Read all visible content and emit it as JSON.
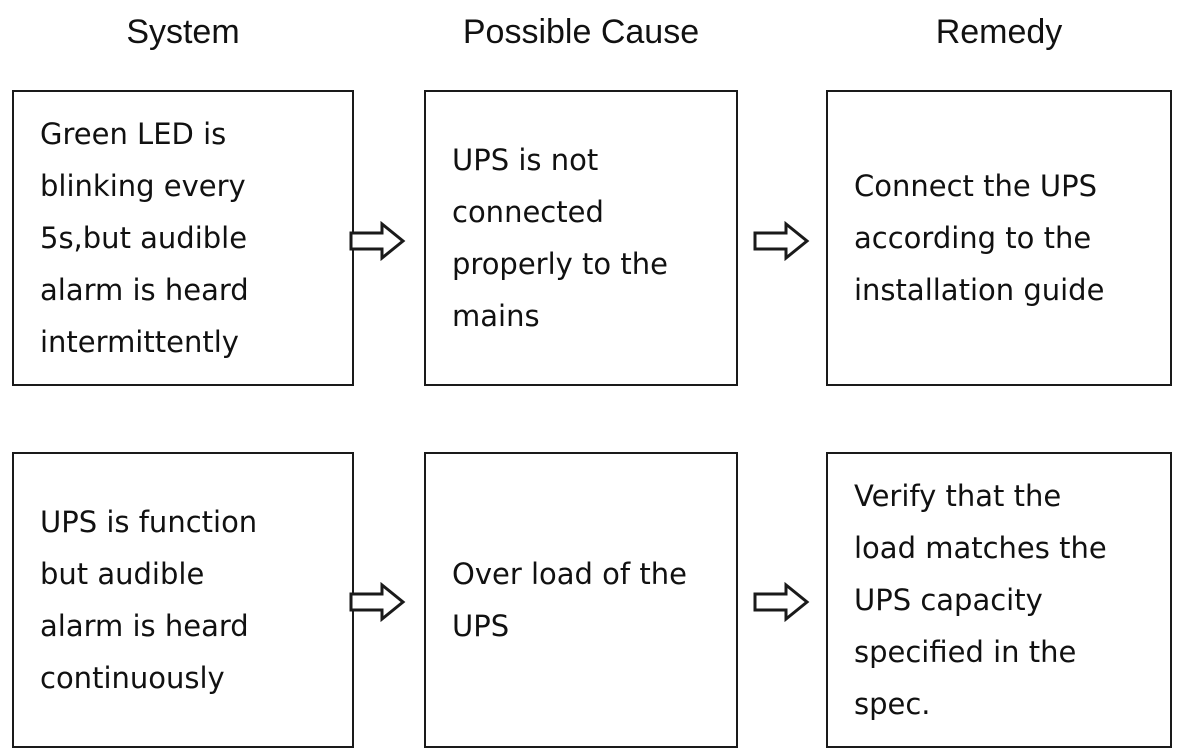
{
  "headers": {
    "system": "System",
    "cause": "Possible  Cause",
    "remedy": "Remedy"
  },
  "rows": [
    {
      "system": "Green LED is\nblinking every\n5s,but audible\nalarm is heard\nintermittently",
      "cause": "UPS is not\nconnected\nproperly to the\nmains",
      "remedy": "Connect the UPS\naccording to the\ninstallation guide"
    },
    {
      "system": "UPS is function\nbut audible\nalarm is heard\ncontinuously",
      "cause": "Over load of the\nUPS",
      "remedy": "Verify that the\nload matches the\nUPS capacity\nspecified in the\nspec."
    }
  ],
  "icons": {
    "arrow": "right-hollow-arrow-icon"
  },
  "colors": {
    "border": "#1a1a1a",
    "text": "#111111",
    "background": "#ffffff"
  }
}
